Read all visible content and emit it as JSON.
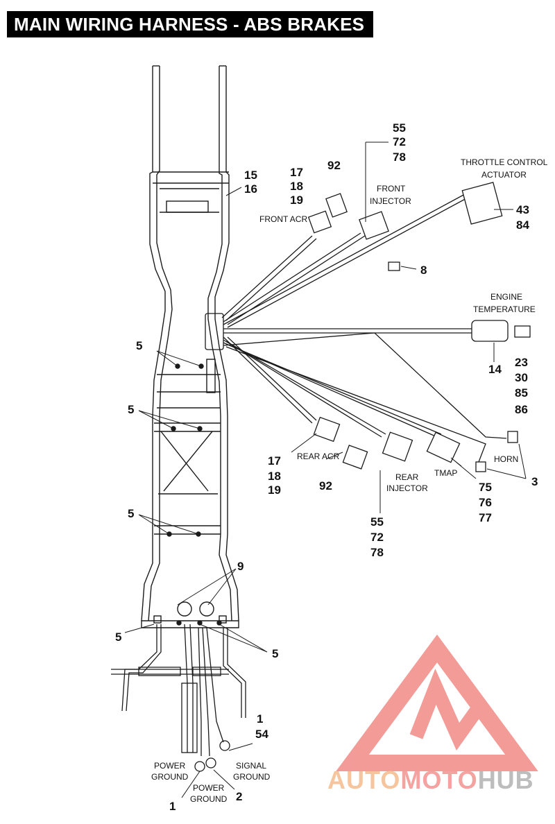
{
  "title": "MAIN WIRING HARNESS - ABS BRAKES",
  "labels": {
    "throttle_l1": "THROTTLE CONTROL",
    "throttle_l2": "ACTUATOR",
    "front_injector_l1": "FRONT",
    "front_injector_l2": "INJECTOR",
    "front_acr": "FRONT ACR",
    "engine_temp_l1": "ENGINE",
    "engine_temp_l2": "TEMPERATURE",
    "rear_acr": "REAR ACR",
    "rear_injector_l1": "REAR",
    "rear_injector_l2": "INJECTOR",
    "tmap": "TMAP",
    "horn": "HORN",
    "power_ground_a_l1": "POWER",
    "power_ground_a_l2": "GROUND",
    "power_ground_b_l1": "POWER",
    "power_ground_b_l2": "GROUND",
    "signal_ground_l1": "SIGNAL",
    "signal_ground_l2": "GROUND"
  },
  "refs": {
    "r15": "15",
    "r16": "16",
    "r17a": "17",
    "r18a": "18",
    "r19a": "19",
    "r92a": "92",
    "r55a": "55",
    "r72a": "72",
    "r78a": "78",
    "r43": "43",
    "r84": "84",
    "r8": "8",
    "r14": "14",
    "r23": "23",
    "r30": "30",
    "r85": "85",
    "r86": "86",
    "r5a": "5",
    "r5b": "5",
    "r5c": "5",
    "r5d": "5",
    "r5e": "5",
    "r17b": "17",
    "r18b": "18",
    "r19b": "19",
    "r92b": "92",
    "r55b": "55",
    "r72b": "72",
    "r78b": "78",
    "r75": "75",
    "r76": "76",
    "r77": "77",
    "r3": "3",
    "r9": "9",
    "r1a": "1",
    "r54": "54",
    "r1b": "1",
    "r2": "2"
  },
  "watermark": {
    "part1": "AUTO",
    "part2": "MOTO",
    "part3": "HUB",
    "color_triangle": "#f08a86",
    "color_auto": "#f6c59e",
    "color_hub": "#bdbdbd"
  }
}
